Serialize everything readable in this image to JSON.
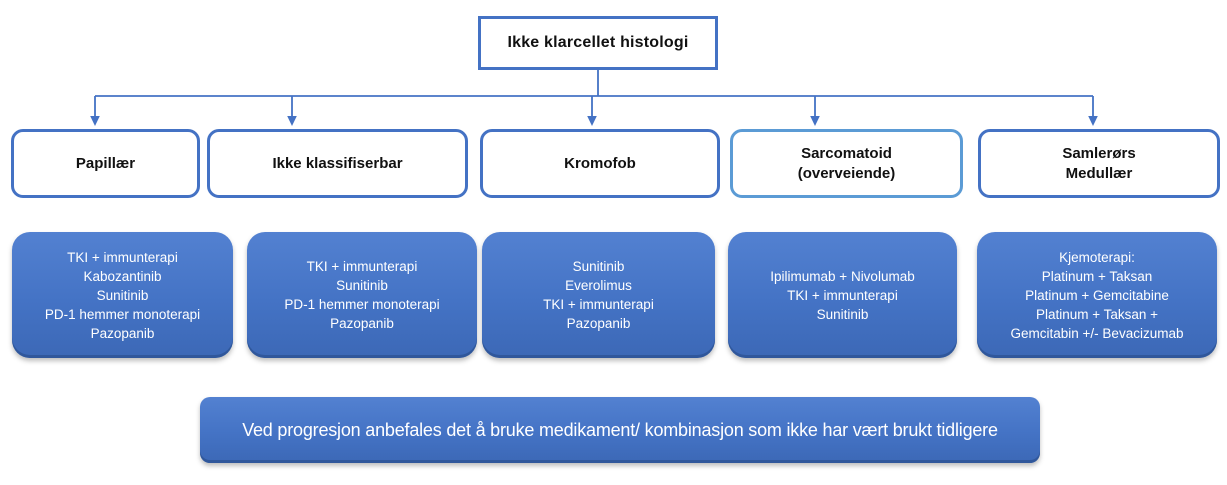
{
  "colors": {
    "accent": "#4472C4",
    "accent_light": "#5B9BD5",
    "box_fill": "#4473C5",
    "box_text": "#FFFFFF",
    "node_text": "#111111"
  },
  "root": {
    "title": "Ikke klarcellet histologi"
  },
  "columns": [
    {
      "category_lines": [
        "Papillær"
      ],
      "treatments": [
        "TKI + immunterapi",
        "Kabozantinib",
        "Sunitinib",
        "PD-1 hemmer monoterapi",
        "Pazopanib"
      ]
    },
    {
      "category_lines": [
        "Ikke klassifiserbar"
      ],
      "treatments": [
        "TKI + immunterapi",
        "Sunitinib",
        "PD-1 hemmer monoterapi",
        "Pazopanib"
      ]
    },
    {
      "category_lines": [
        "Kromofob"
      ],
      "treatments": [
        "Sunitinib",
        "Everolimus",
        "TKI + immunterapi",
        "Pazopanib"
      ]
    },
    {
      "category_lines": [
        "Sarcomatoid",
        "(overveiende)"
      ],
      "treatments": [
        "Ipilimumab + Nivolumab",
        "TKI + immunterapi",
        "Sunitinib"
      ]
    },
    {
      "category_lines": [
        "Samlerørs",
        "Medullær"
      ],
      "treatments": [
        "Kjemoterapi:",
        "Platinum + Taksan",
        "Platinum + Gemcitabine",
        "Platinum + Taksan +",
        "Gemcitabin +/- Bevacizumab"
      ]
    }
  ],
  "footer": {
    "text": "Ved progresjon anbefales det å bruke medikament/ kombinasjon som ikke har vært brukt tidligere"
  }
}
